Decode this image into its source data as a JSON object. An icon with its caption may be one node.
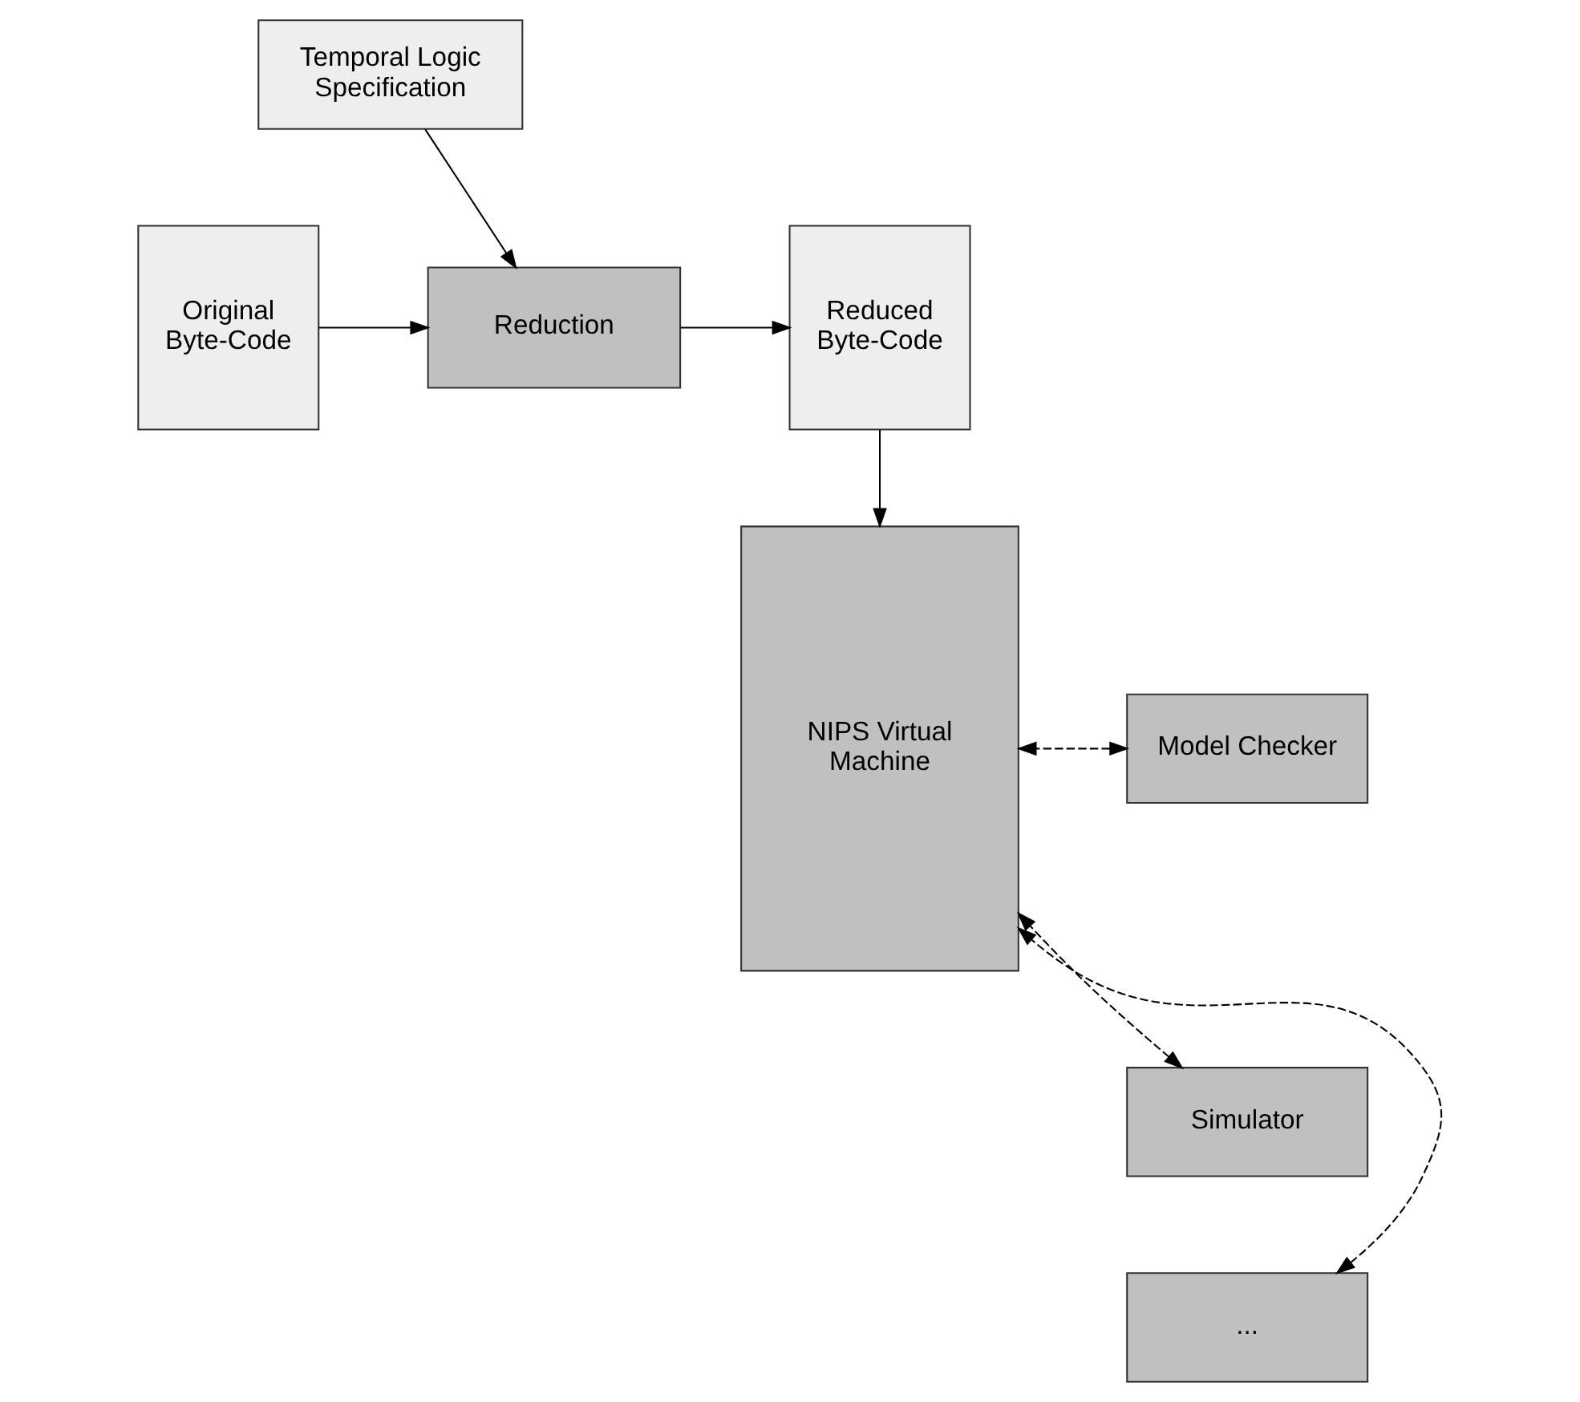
{
  "diagram": {
    "nodes": [
      {
        "text": [
          "Temporal Logic Specification"
        ]
      },
      {
        "text": [
          "Original Byte-Code"
        ]
      },
      {
        "text": [
          "Reduction"
        ]
      },
      {
        "text": [
          "Reduced Byte-Code"
        ]
      },
      {
        "text": [
          "Model Checker"
        ]
      },
      {
        "text": [
          "Simulator"
        ]
      },
      {
        "text": [
          "..."
        ]
      },
      {
        "text": [
          "NIPS Virtual Machine"
        ]
      }
    ],
    "edges": [
      {
        "from": 0,
        "to": 2,
        "arrow": "to"
      },
      {
        "from": 1,
        "to": 2,
        "arrow": "to"
      },
      {
        "from": 2,
        "to": 3,
        "arrow": "to"
      },
      {
        "from": 3,
        "to": 7,
        "arrow": "to"
      },
      {
        "from": 4,
        "to": 7,
        "arrow": "both",
        "style": "dashed"
      },
      {
        "from": 5,
        "to": 7,
        "arrow": "both",
        "style": "dashed"
      },
      {
        "from": 6,
        "to": 7,
        "arrow": "both",
        "style": "dashed"
      }
    ]
  }
}
